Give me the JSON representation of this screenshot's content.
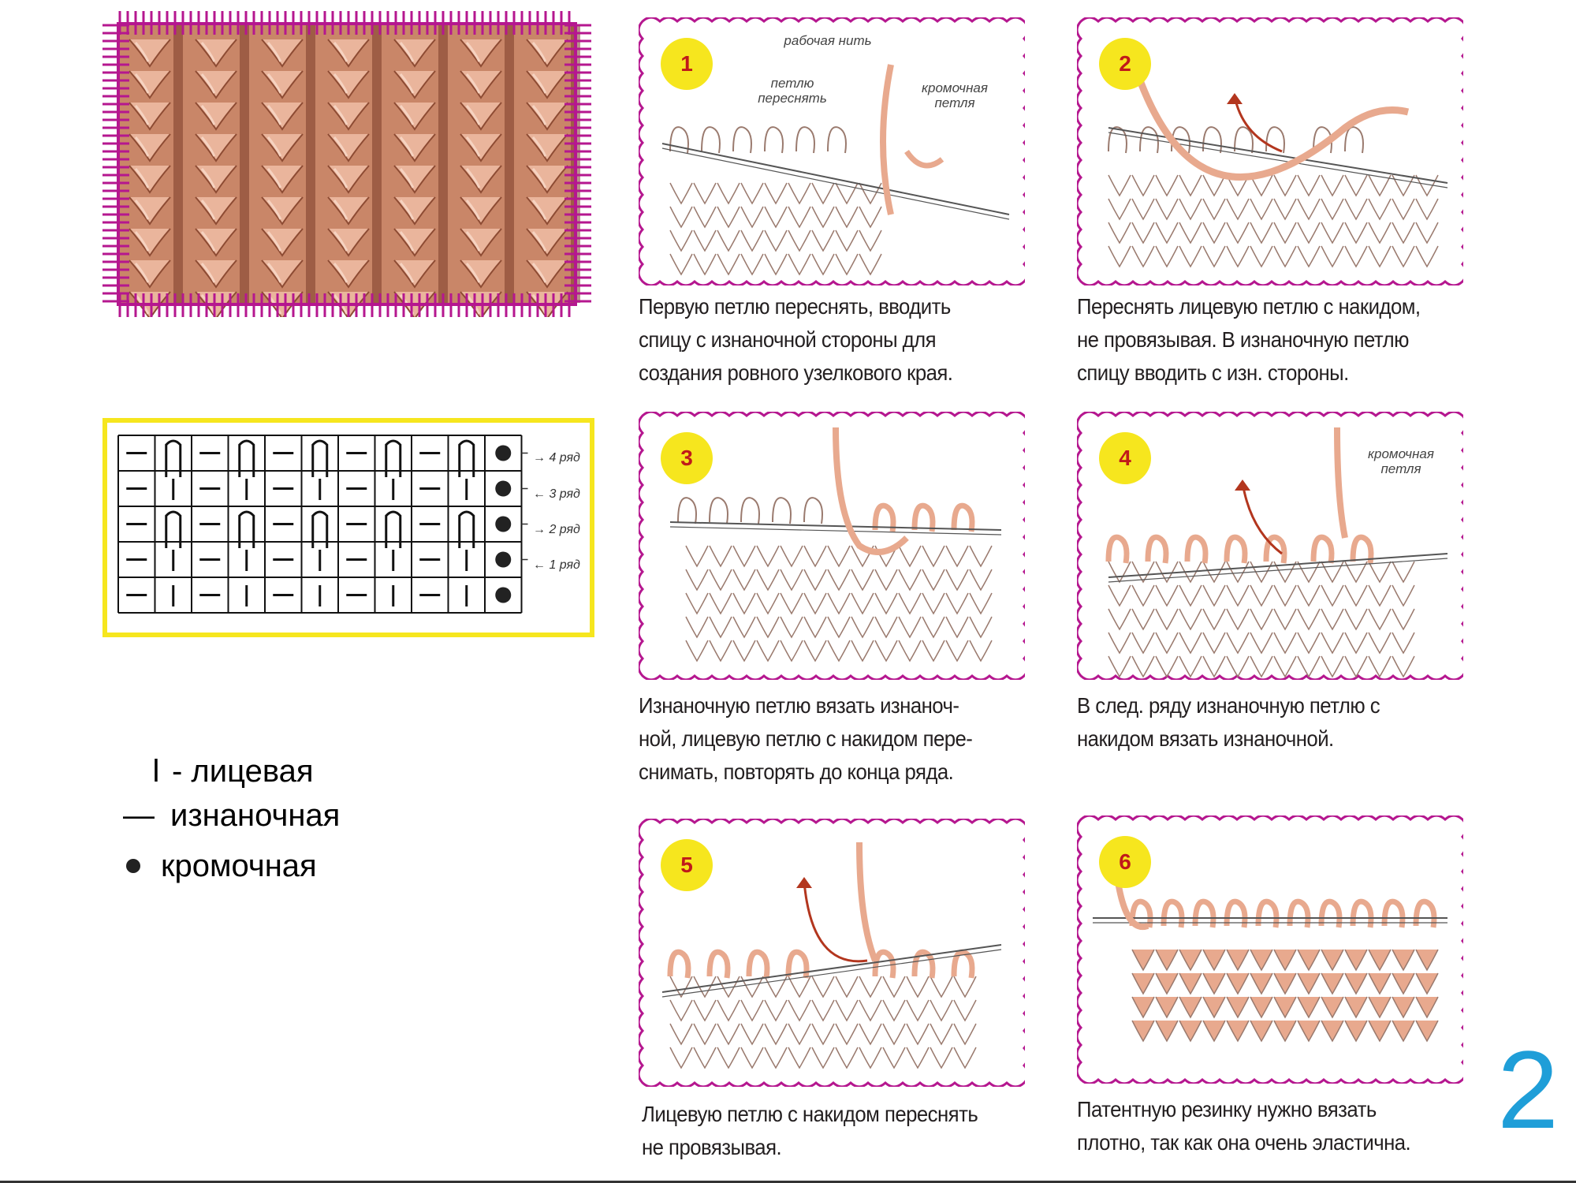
{
  "legend": {
    "knit_symbol": "l",
    "knit_label": "- лицевая",
    "purl_symbol": "—",
    "purl_label": "изнаночная",
    "edge_label": "кромочная"
  },
  "chart": {
    "rows": [
      "→ 4 ряд",
      "← 3 ряд",
      "→ 2 ряд",
      "← 1 ряд"
    ]
  },
  "steps": [
    {
      "number": "1",
      "callouts": [
        "рабочая нить",
        "петлю переснять",
        "кромочная петля"
      ],
      "caption": [
        "Первую петлю переснять, вводить",
        "спицу с изнаночной стороны для",
        "создания ровного узелкового края."
      ]
    },
    {
      "number": "2",
      "callouts": [],
      "caption": [
        "Переснять лицевую петлю с накидом,",
        "не провязывая. В изнаночную петлю",
        "спицу вводить с изн. стороны."
      ]
    },
    {
      "number": "3",
      "callouts": [],
      "caption": [
        "Изнаночную петлю вязать изнаноч-",
        "ной, лицевую петлю с накидом пере-",
        "снимать, повторять до конца ряда."
      ]
    },
    {
      "number": "4",
      "callouts": [
        "кромочная петля"
      ],
      "caption": [
        "В след. ряду изнаночную петлю с",
        "накидом вязать изнаночной."
      ]
    },
    {
      "number": "5",
      "callouts": [],
      "caption": [
        "Лицевую петлю с накидом переснять",
        "не провязывая."
      ]
    },
    {
      "number": "6",
      "callouts": [],
      "caption": [
        "Патентную резинку нужно вязать",
        "плотно, так как она очень эластична."
      ]
    }
  ],
  "page_number": "2",
  "colors": {
    "frame": "#b5178f",
    "yarn": "#e8a98e",
    "badge": "#f6e61e",
    "page_number": "#1f9ed8",
    "chart_border": "#f6e61e"
  }
}
